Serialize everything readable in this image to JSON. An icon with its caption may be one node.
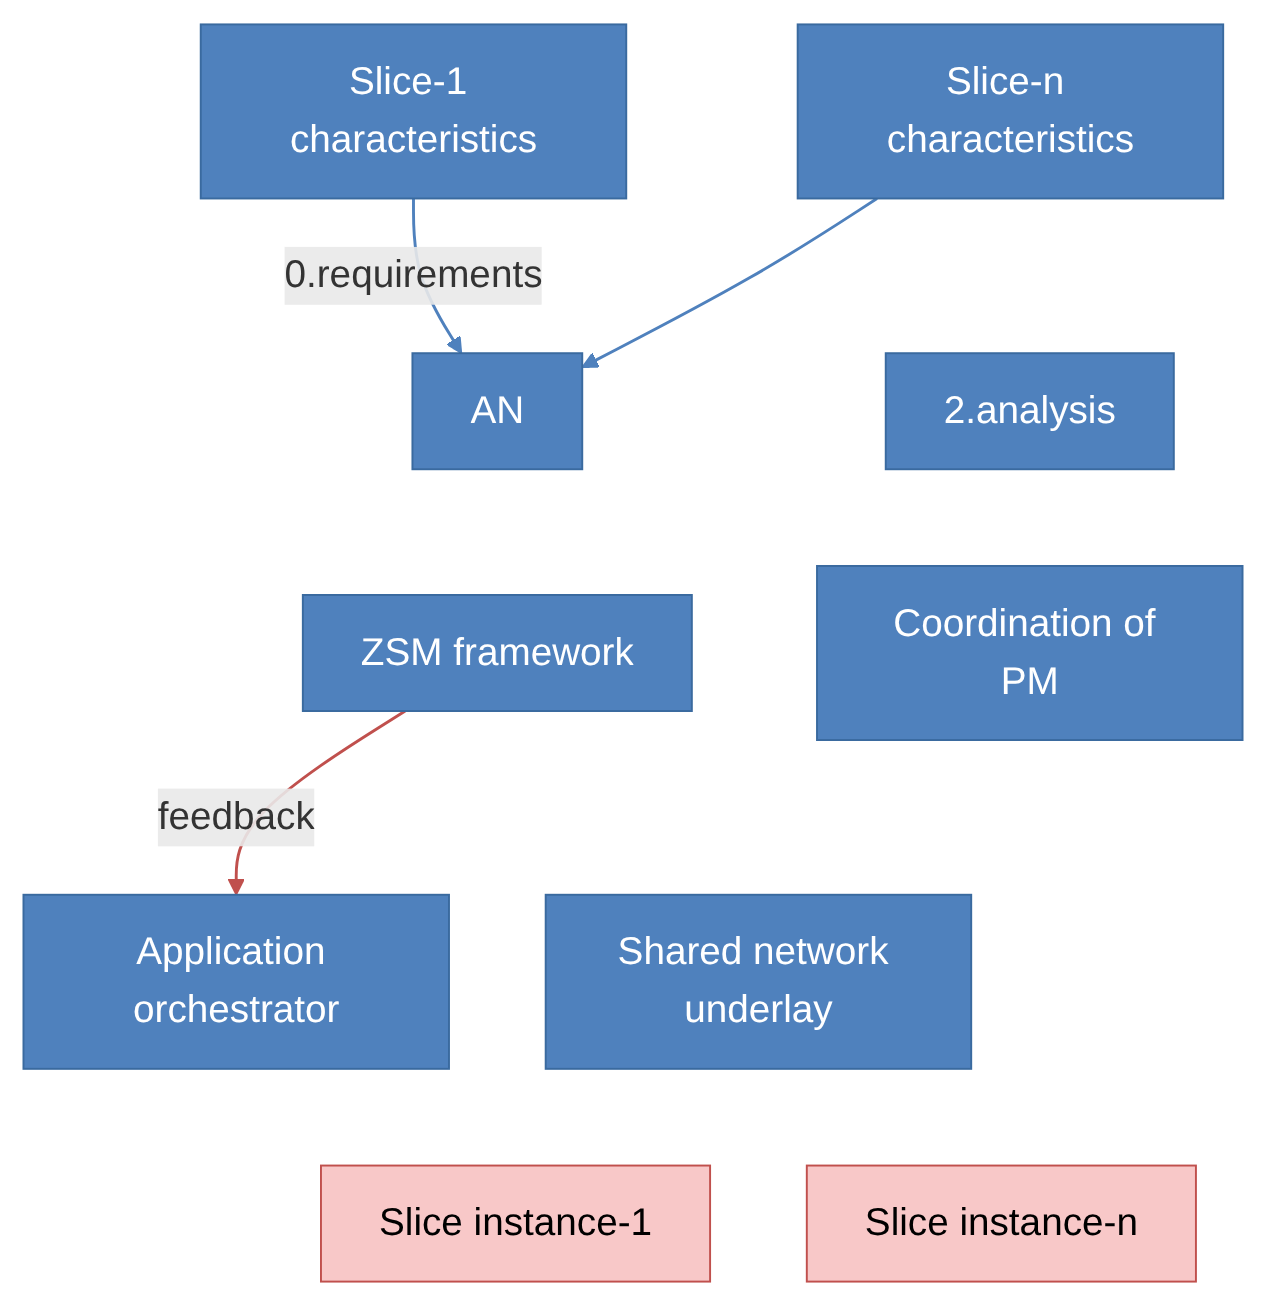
{
  "diagram": {
    "nodes": [
      {
        "text": [
          "Application orchestrator"
        ]
      },
      {
        "text": [
          "Slice-1 characteristics"
        ]
      },
      {
        "text": [
          "Slice-n characteristics"
        ]
      },
      {
        "text": [
          "AN"
        ]
      },
      {
        "text": [
          "2.analysis"
        ]
      },
      {
        "text": [
          "Coordination of PM"
        ]
      },
      {
        "text": [
          "ZSM framework"
        ]
      },
      {
        "text": [
          "Shared network underlay"
        ]
      },
      {
        "text": [
          "Slice instance-1"
        ]
      },
      {
        "text": [
          "Slice instance-n"
        ]
      }
    ],
    "edges": [
      {
        "from": 1,
        "to": 3,
        "arrow": "to",
        "label": "0.requirements"
      },
      {
        "from": 2,
        "to": 3,
        "arrow": "to"
      },
      {
        "from": 6,
        "to": 0,
        "arrow": "to",
        "label": "feedback",
        "color": "#c0504d"
      }
    ]
  }
}
